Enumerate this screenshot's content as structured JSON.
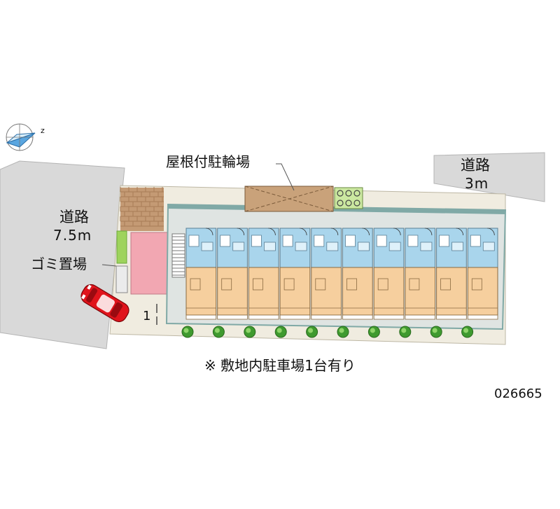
{
  "compass": {
    "letter": "z"
  },
  "roads": {
    "left": {
      "name": "道路",
      "width": "7.5m"
    },
    "right": {
      "name": "道路",
      "width": "3m"
    }
  },
  "labels": {
    "bicycle": "屋根付駐輪場",
    "garbage": "ゴミ置場",
    "parking_space": "1",
    "note": "※ 敷地内駐車場1台有り",
    "code": "026665"
  },
  "building": {
    "unit_count": 10
  },
  "trees": {
    "count": 10
  },
  "colors": {
    "road": "#d9d9d9",
    "site": "#f0ece0",
    "building_outline": "#80a9a6",
    "unit_blue": "#a9d5ec",
    "unit_beige": "#f6cf9e",
    "parking_pink": "#f2a7b2",
    "bike_roof": "#c9a27a",
    "brick": "#c49a74",
    "green": "#9ed35c",
    "car": "#e0141c"
  }
}
